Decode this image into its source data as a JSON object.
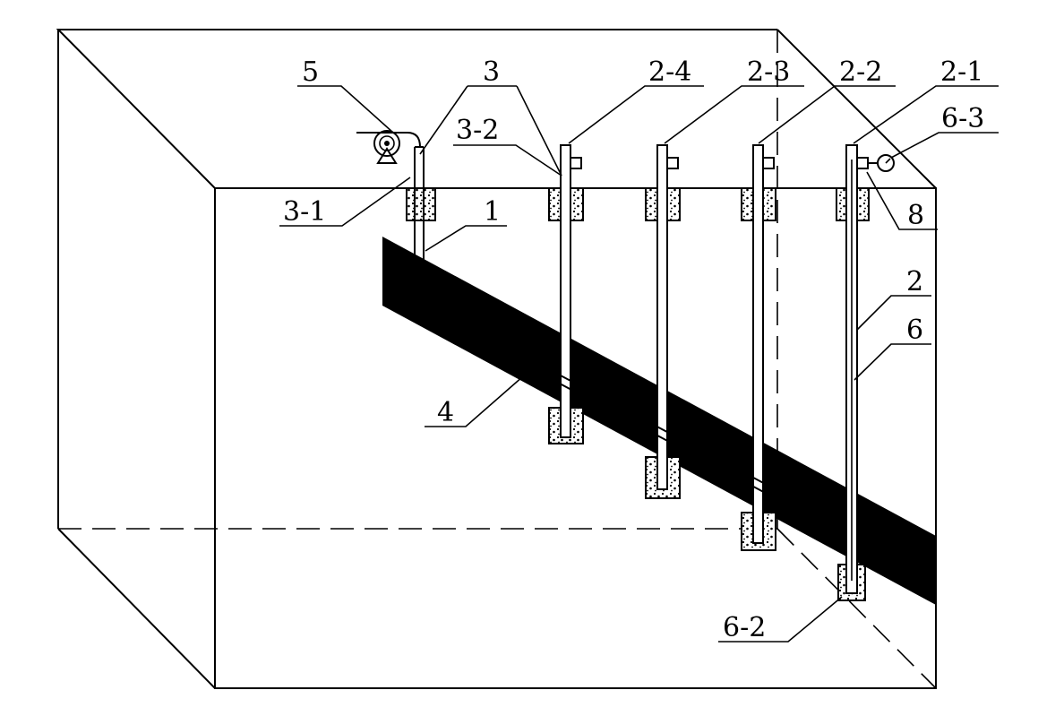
{
  "diagram": {
    "colors": {
      "line": "#000000",
      "coal_seam": "#000000",
      "background": "#ffffff",
      "plug_fill": "#ffffff"
    },
    "labels": {
      "l5": "5",
      "l3": "3",
      "l3_2": "3-2",
      "l3_1": "3-1",
      "l1": "1",
      "l2_4": "2-4",
      "l2_3": "2-3",
      "l2_2": "2-2",
      "l2_1": "2-1",
      "l6_3": "6-3",
      "l8": "8",
      "l2": "2",
      "l6": "6",
      "l4": "4",
      "l6_2": "6-2"
    },
    "icons": {
      "pump_5": "pump-icon",
      "gauge_6_3": "gauge-icon"
    }
  }
}
